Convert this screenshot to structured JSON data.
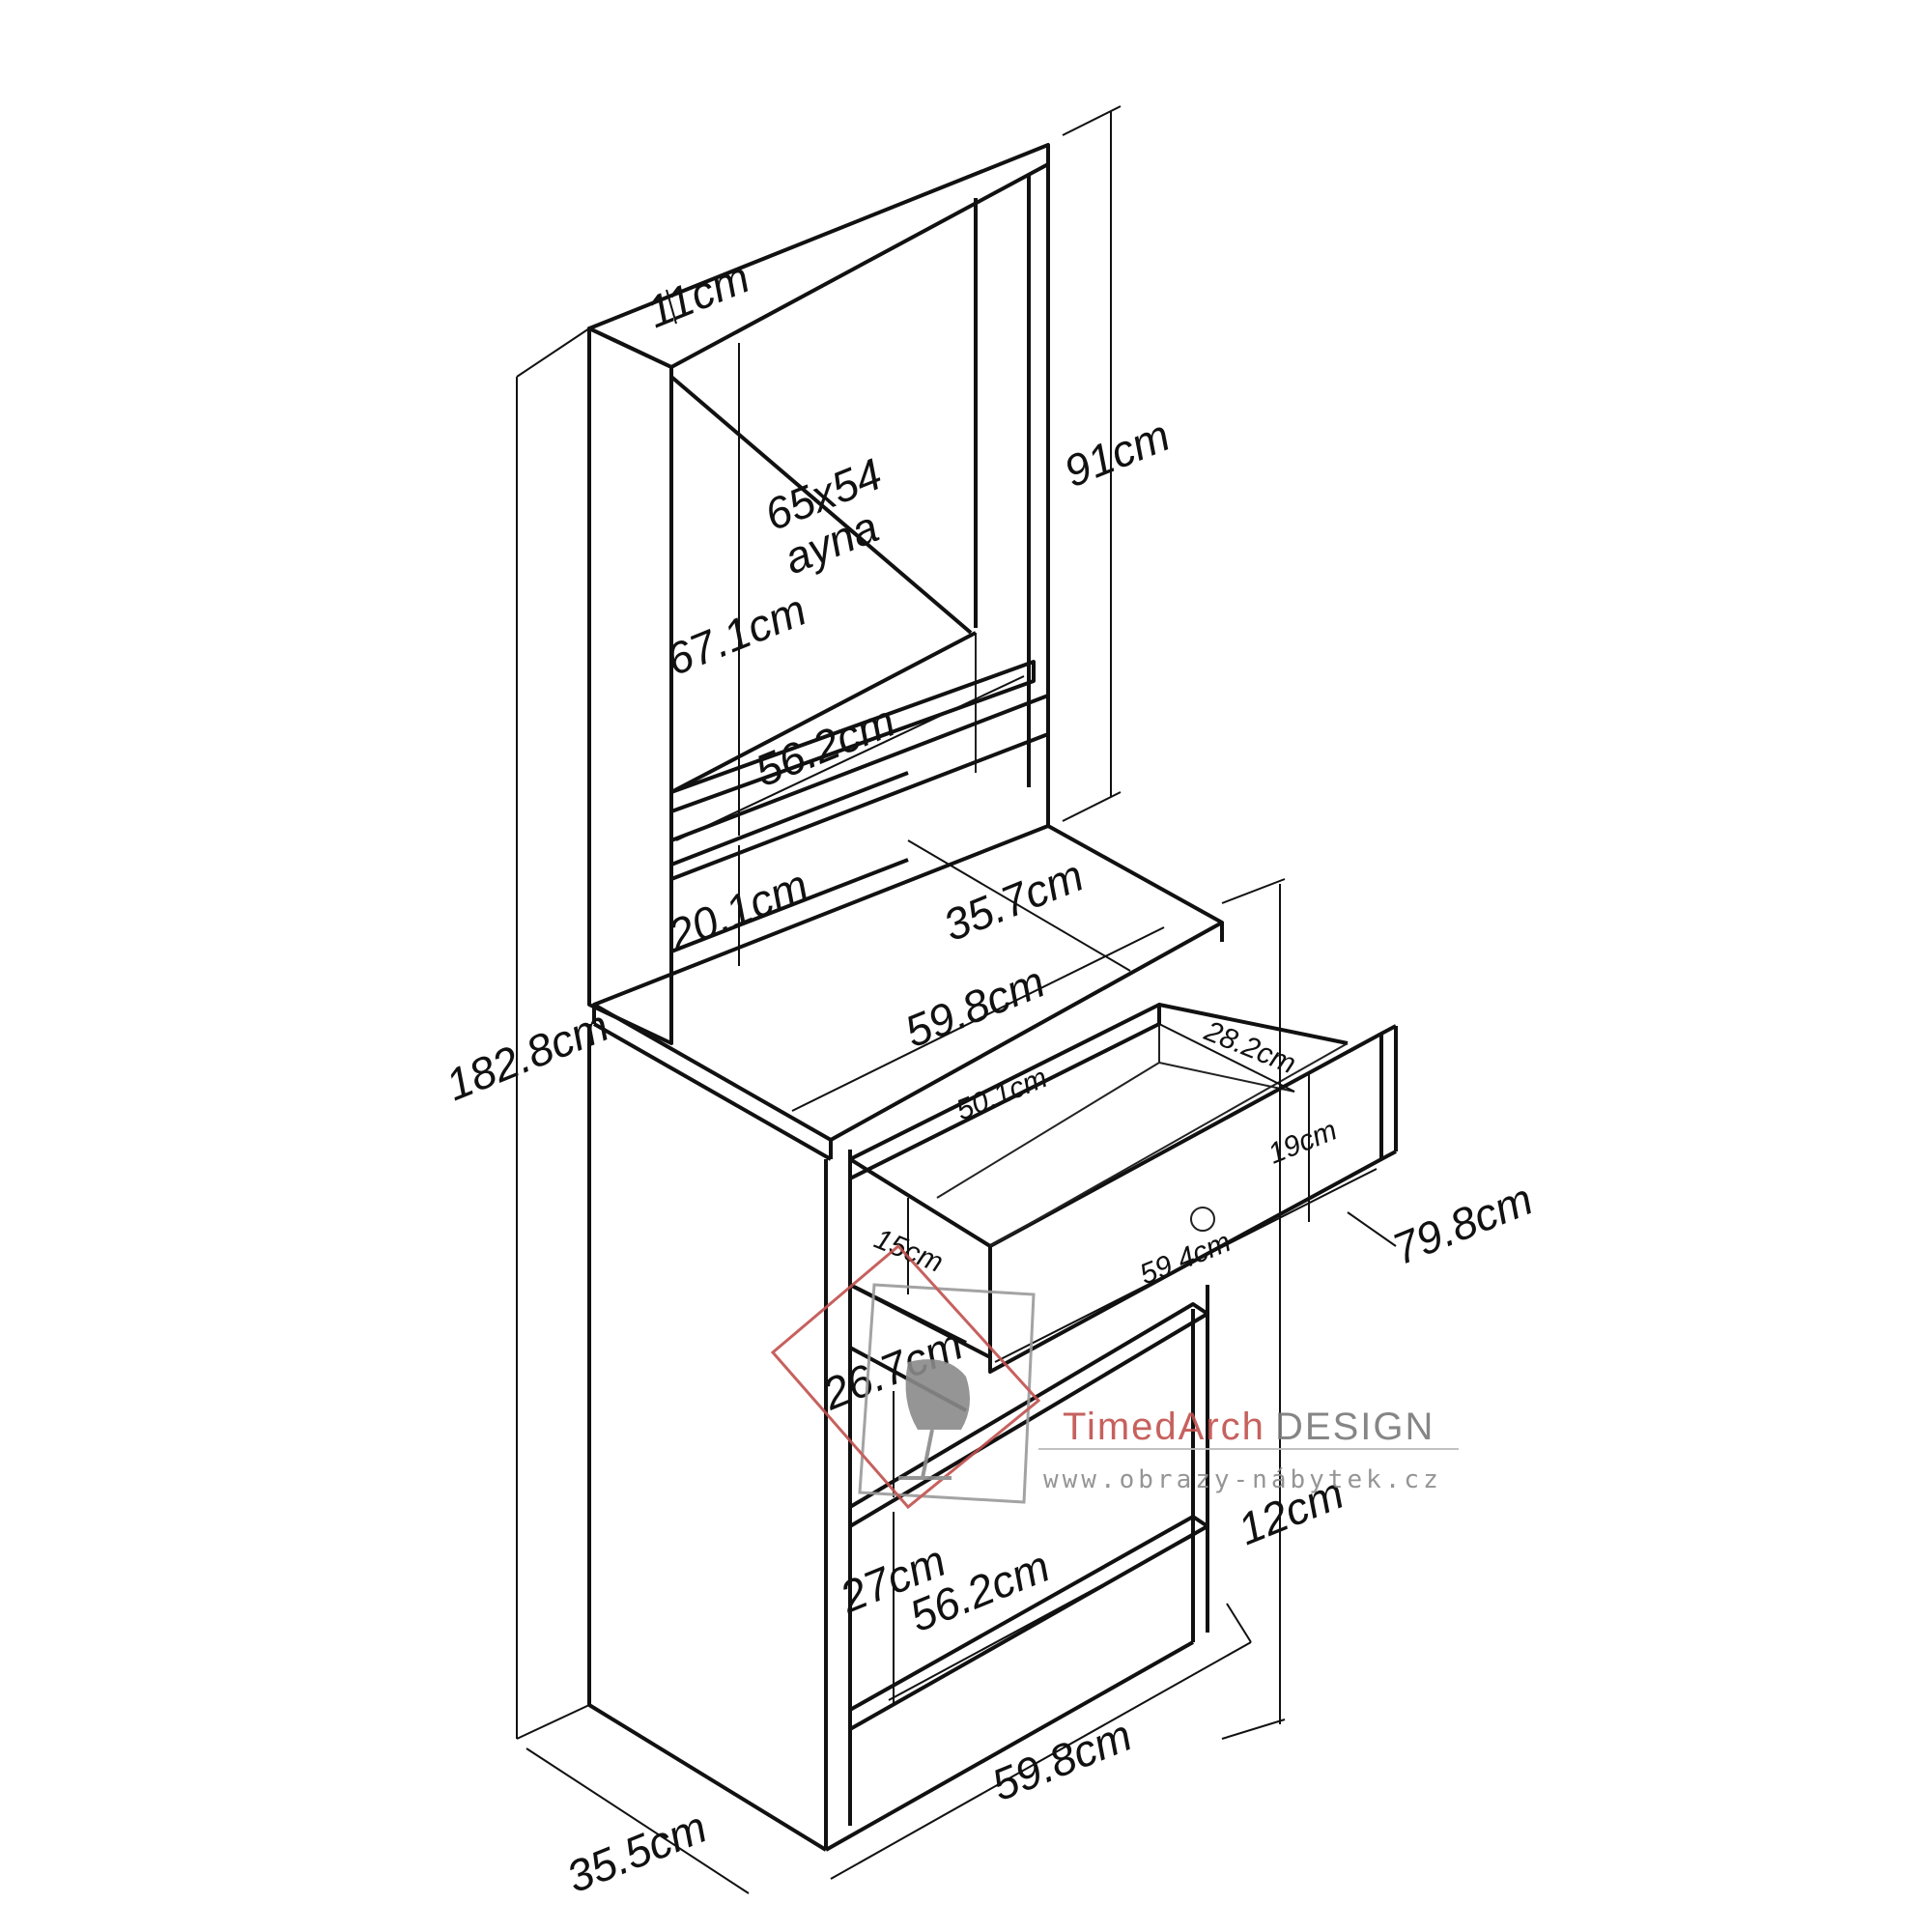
{
  "labels": {
    "top_depth": "11cm",
    "mirror_size": "65x54",
    "mirror_word": "ayna",
    "upper_height": "91cm",
    "mirror_height": "67.1cm",
    "shelf_width": "56.2cm",
    "shelf_gap": "20.1cm",
    "desk_depth": "35.7cm",
    "desk_width": "59.8cm",
    "drawer_depth": "28.2cm",
    "drawer_inner_width": "50.1cm",
    "drawer_front_height": "19cm",
    "drawer_side_height": "15cm",
    "drawer_front_width": "59.4cm",
    "total_height": "182.8cm",
    "desk_height": "79.8cm",
    "compartment_height": "26.7cm",
    "base_gap": "12cm",
    "bottom_shelf_height": "27cm",
    "bottom_shelf_width": "56.2cm",
    "base_width": "59.8cm",
    "base_depth": "35.5cm"
  },
  "watermark": {
    "brand_part1": "TimedArch",
    "brand_part2": "DESIGN",
    "url": "www.obrazy-nábytek.cz",
    "colors": {
      "brand_red": "#c0504d",
      "brand_gray": "#7a7a7a"
    }
  }
}
